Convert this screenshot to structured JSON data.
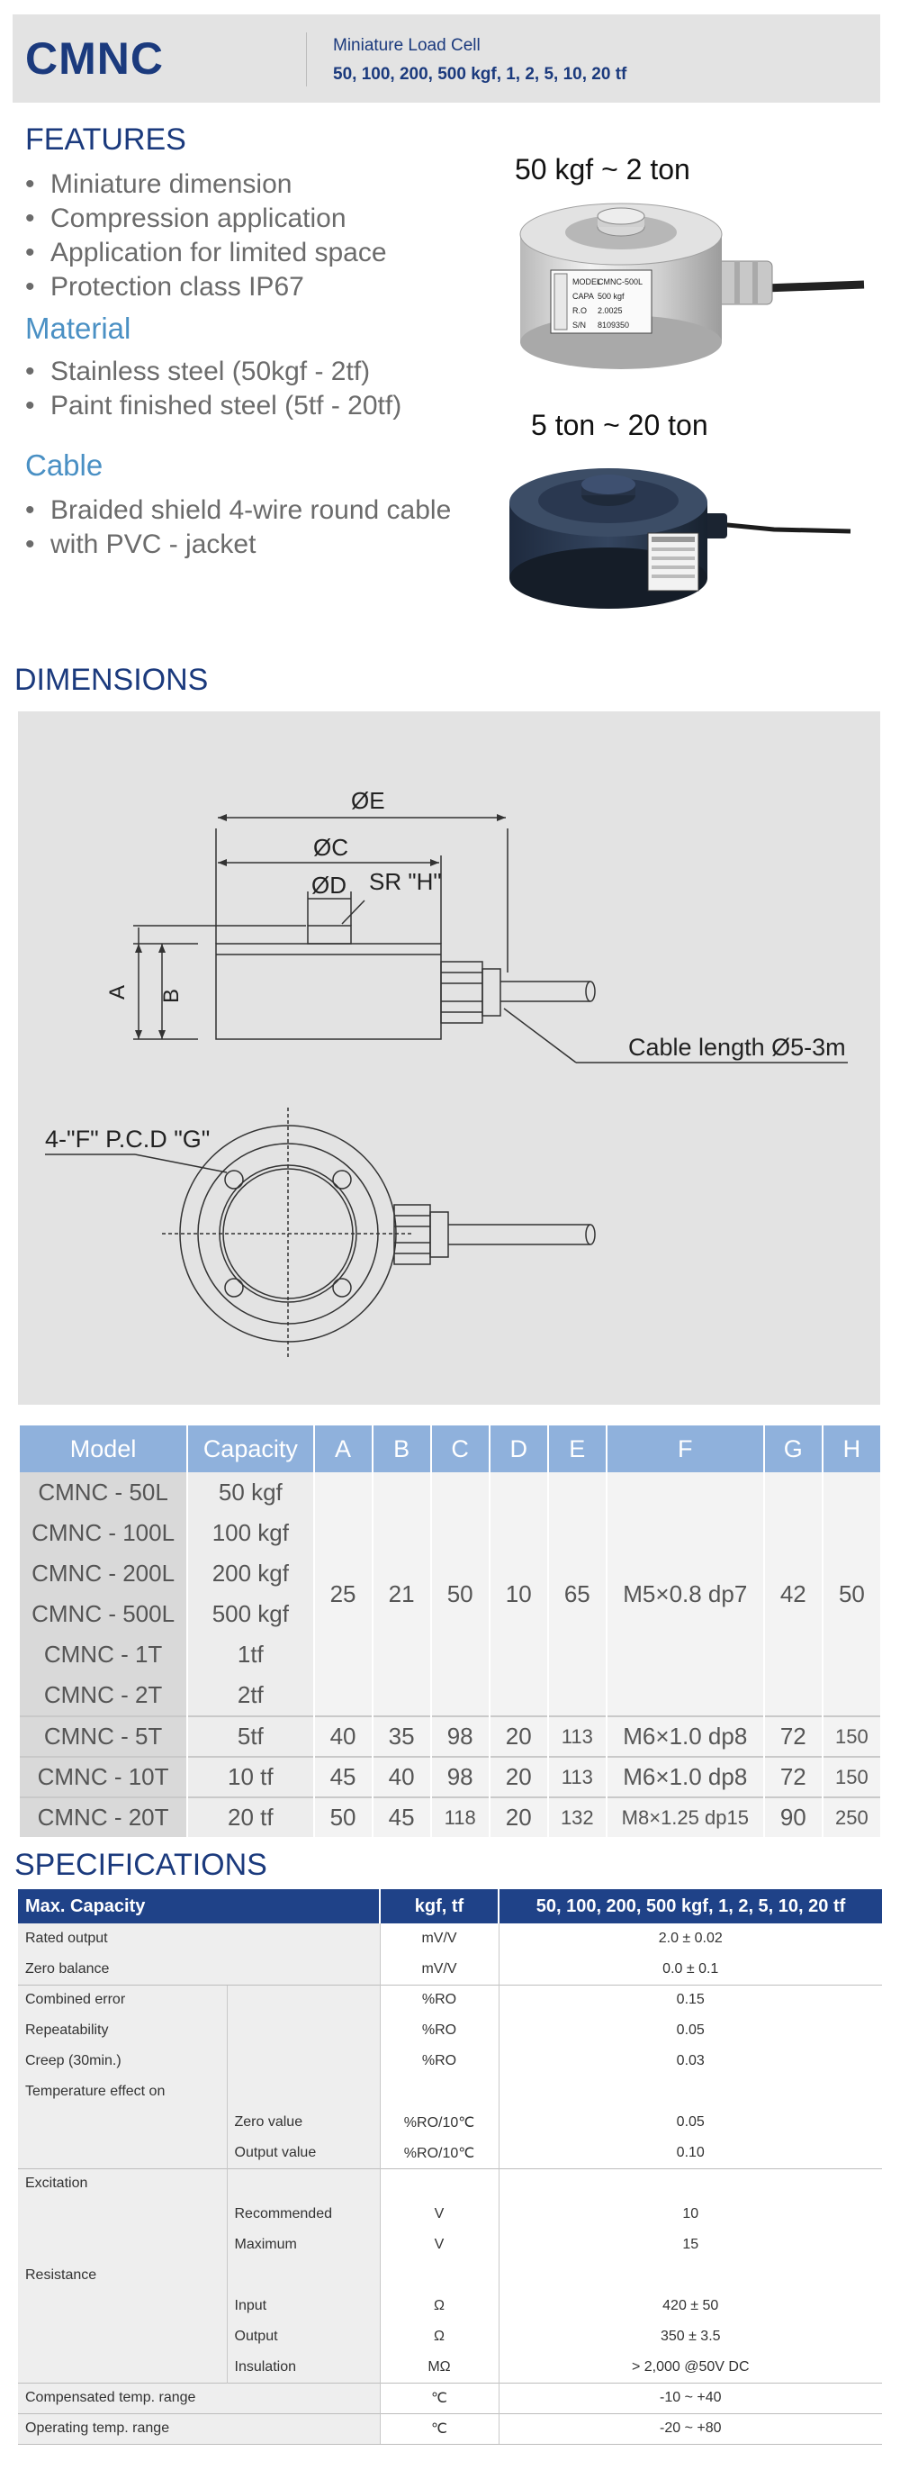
{
  "header": {
    "brand": "CMNC",
    "subtitle": "Miniature Load Cell",
    "models": "50, 100, 200, 500 kgf, 1, 2, 5, 10, 20 tf"
  },
  "features": {
    "title": "FEATURES",
    "items": [
      "Miniature dimension",
      "Compression application",
      "Application for limited space",
      "Protection class IP67"
    ],
    "material_title": "Material",
    "material_items": [
      "Stainless steel (50kgf - 2tf)",
      "Paint finished steel (5tf - 20tf)"
    ],
    "cable_title": "Cable",
    "cable_items": [
      "Braided shield 4-wire round cable",
      "with PVC - jacket"
    ]
  },
  "products": {
    "caption_small": "50 kgf ~ 2 ton",
    "caption_large": "5 ton ~ 20 ton",
    "label_model": "MODEL",
    "label_model_value": "CMNC-500L",
    "label_capa": "CAPA",
    "label_capa_value": "500 kgf",
    "label_ro": "R.O",
    "label_ro_value": "2.0025",
    "label_sn": "S/N",
    "label_sn_value": "8109350"
  },
  "dimensions": {
    "title": "DIMENSIONS",
    "label_E": "ØE",
    "label_C": "ØC",
    "label_D": "ØD",
    "label_SR": "SR \"H\"",
    "label_A": "A",
    "label_B": "B",
    "cable_note": "Cable length Ø5-3m",
    "pcd_note": "4-\"F\" P.C.D \"G\""
  },
  "dim_table": {
    "headers": [
      "Model",
      "Capacity",
      "A",
      "B",
      "C",
      "D",
      "E",
      "F",
      "G",
      "H"
    ],
    "models": [
      {
        "model": "CMNC - 50L",
        "capacity": "50 kgf"
      },
      {
        "model": "CMNC - 100L",
        "capacity": "100 kgf"
      },
      {
        "model": "CMNC - 200L",
        "capacity": "200 kgf"
      },
      {
        "model": "CMNC - 500L",
        "capacity": "500 kgf"
      },
      {
        "model": "CMNC - 1T",
        "capacity": "1tf"
      },
      {
        "model": "CMNC - 2T",
        "capacity": "2tf"
      }
    ],
    "shared": {
      "A": "25",
      "B": "21",
      "C": "50",
      "D": "10",
      "E": "65",
      "F": "M5×0.8 dp7",
      "G": "42",
      "H": "50"
    },
    "large": [
      {
        "model": "CMNC - 5T",
        "capacity": "5tf",
        "A": "40",
        "B": "35",
        "C": "98",
        "D": "20",
        "E": "113",
        "F": "M6×1.0 dp8",
        "G": "72",
        "H": "150"
      },
      {
        "model": "CMNC - 10T",
        "capacity": "10 tf",
        "A": "45",
        "B": "40",
        "C": "98",
        "D": "20",
        "E": "113",
        "F": "M6×1.0 dp8",
        "G": "72",
        "H": "150"
      },
      {
        "model": "CMNC - 20T",
        "capacity": "20 tf",
        "A": "50",
        "B": "45",
        "C": "118",
        "D": "20",
        "E": "132",
        "F": "M8×1.25 dp15",
        "G": "90",
        "H": "250"
      }
    ]
  },
  "specs": {
    "title": "SPECIFICATIONS",
    "header": {
      "label": "Max. Capacity",
      "unit": "kgf, tf",
      "value": "50, 100, 200, 500 kgf, 1, 2, 5, 10, 20 tf"
    },
    "rows": {
      "rated_output": {
        "label": "Rated output",
        "unit": "mV/V",
        "value": "2.0 ± 0.02"
      },
      "zero_balance": {
        "label": "Zero balance",
        "unit": "mV/V",
        "value": "0.0 ± 0.1"
      },
      "combined_error": {
        "label": "Combined error",
        "unit": "%RO",
        "value": "0.15"
      },
      "repeatability": {
        "label": "Repeatability",
        "unit": "%RO",
        "value": "0.05"
      },
      "creep": {
        "label": "Creep (30min.)",
        "unit": "%RO",
        "value": "0.03"
      },
      "temp_effect": {
        "label": "Temperature effect on"
      },
      "zero_value": {
        "label": "Zero value",
        "unit": "%RO/10℃",
        "value": "0.05"
      },
      "output_value": {
        "label": "Output  value",
        "unit": "%RO/10℃",
        "value": "0.10"
      },
      "excitation": {
        "label": "Excitation"
      },
      "recommended": {
        "label": "Recommended",
        "unit": "V",
        "value": "10"
      },
      "maximum": {
        "label": "Maximum",
        "unit": "V",
        "value": "15"
      },
      "resistance": {
        "label": "Resistance"
      },
      "input": {
        "label": "Input",
        "unit": "Ω",
        "value": "420 ± 50"
      },
      "output": {
        "label": "Output",
        "unit": "Ω",
        "value": "350 ± 3.5"
      },
      "insulation": {
        "label": "Insulation",
        "unit": "MΩ",
        "value": "> 2,000 @50V DC"
      },
      "comp_temp": {
        "label": "Compensated temp. range",
        "unit": "℃",
        "value": "-10 ~ +40"
      },
      "oper_temp": {
        "label": "Operating temp. range",
        "unit": "℃",
        "value": "-20 ~ +80"
      }
    }
  }
}
